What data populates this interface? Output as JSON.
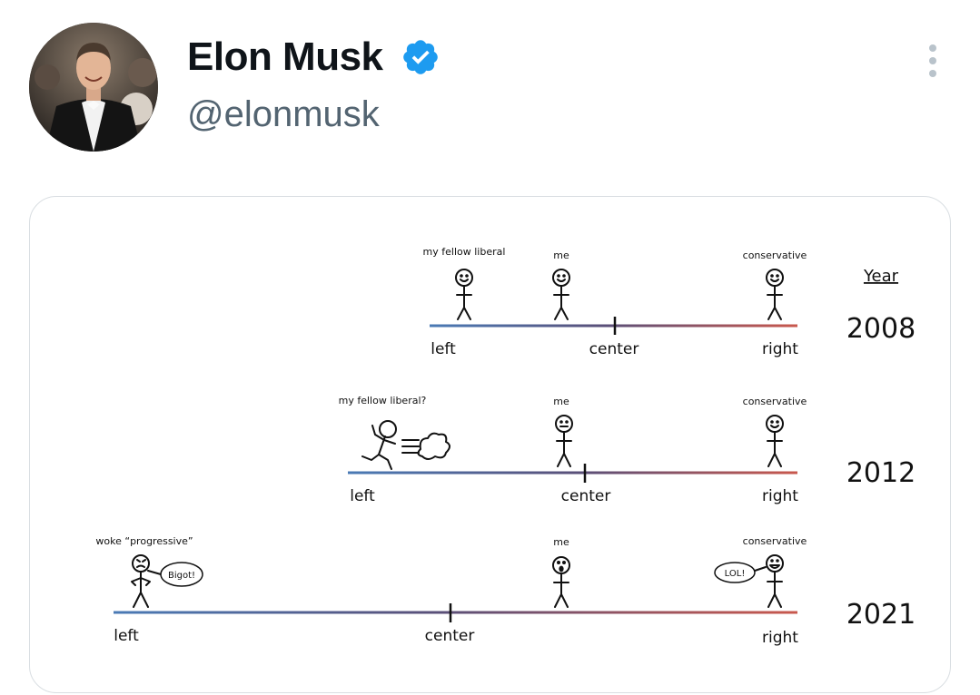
{
  "tweet": {
    "author_name": "Elon Musk",
    "handle": "@elonmusk",
    "verified": true,
    "verified_color": "#1d9bf0",
    "menu_icon": "more-vertical-icon"
  },
  "meme": {
    "year_header": "Year",
    "panels": [
      {
        "year": "2008",
        "left": "left",
        "center": "center",
        "right": "right",
        "labels": {
          "liberal": "my fellow liberal",
          "me": "me",
          "conservative": "conservative"
        }
      },
      {
        "year": "2012",
        "left": "left",
        "center": "center",
        "right": "right",
        "labels": {
          "liberal": "my fellow liberal?",
          "me": "me",
          "conservative": "conservative"
        }
      },
      {
        "year": "2021",
        "left": "left",
        "center": "center",
        "right": "right",
        "labels": {
          "liberal": "woke “progressive”",
          "me": "me",
          "conservative": "conservative"
        },
        "speech": {
          "liberal": "Bigot!",
          "conservative": "LOL!"
        }
      }
    ]
  }
}
